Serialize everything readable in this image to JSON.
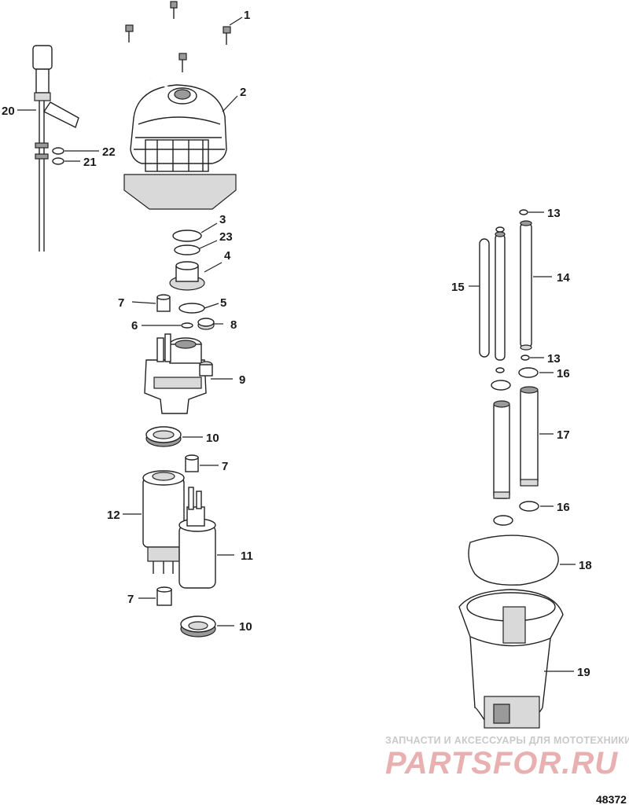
{
  "figure_number": "48372",
  "watermark": {
    "line1": "ЗАПЧАСТИ И АКСЕССУАРЫ ДЛЯ МОТОТЕХНИКИ",
    "line2": "PARTSFOR.RU"
  },
  "callouts": {
    "c1": "1",
    "c2": "2",
    "c3": "3",
    "c23": "23",
    "c4": "4",
    "c7a": "7",
    "c5": "5",
    "c6": "6",
    "c8": "8",
    "c9": "9",
    "c10a": "10",
    "c7b": "7",
    "c12": "12",
    "c11": "11",
    "c7c": "7",
    "c10b": "10",
    "c20": "20",
    "c22": "22",
    "c21": "21",
    "c13a": "13",
    "c15": "15",
    "c14": "14",
    "c13b": "13",
    "c16a": "16",
    "c17": "17",
    "c16b": "16",
    "c18": "18",
    "c19": "19"
  }
}
